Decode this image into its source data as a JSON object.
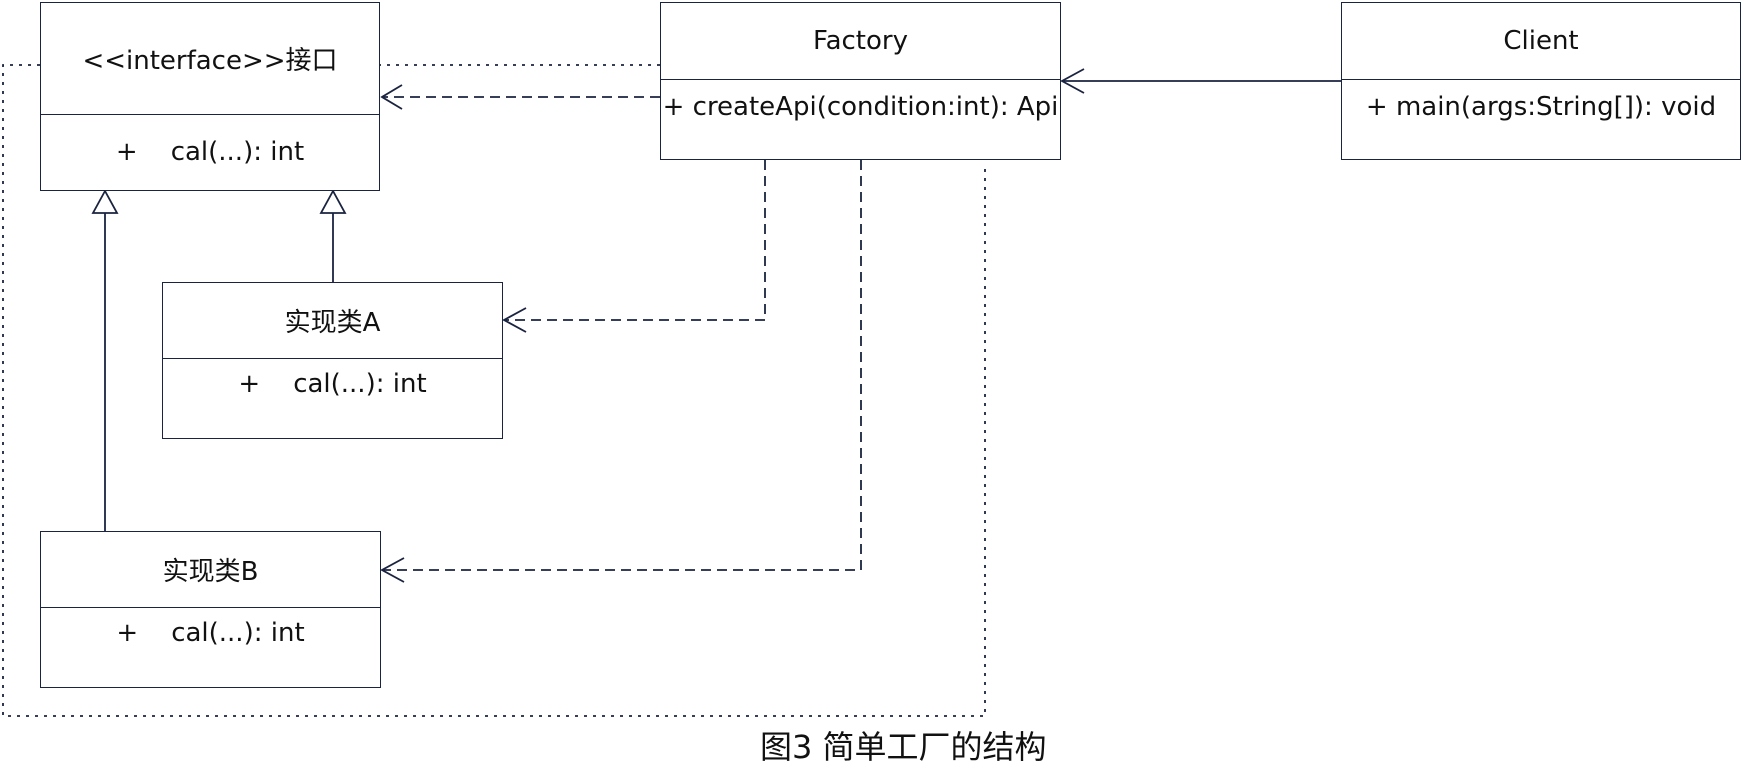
{
  "diagram": {
    "interface": {
      "name": "<<interface>>接口",
      "method": "+    cal(...): int"
    },
    "factory": {
      "name": "Factory",
      "method": "+ createApi(condition:int): Api"
    },
    "client": {
      "name": "Client",
      "method": "+ main(args:String[]): void"
    },
    "impl_a": {
      "name": "实现类A",
      "method": "+    cal(...): int"
    },
    "impl_b": {
      "name": "实现类B",
      "method": "+    cal(...): int"
    },
    "caption": "图3 简单工厂的结构"
  },
  "colors": {
    "stroke": "#1a2340",
    "text": "#111111"
  }
}
